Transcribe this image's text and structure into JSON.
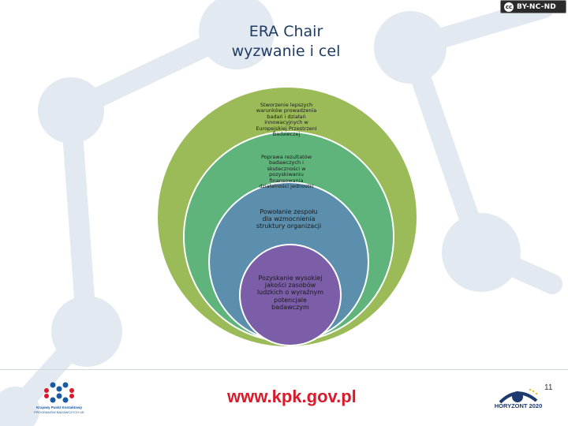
{
  "license": {
    "badge_text": "BY-NC-ND",
    "cc_mark": "cc"
  },
  "title": {
    "line1": "ERA Chair",
    "line2": "wyzwanie i cel"
  },
  "circles": [
    {
      "text": "Stworzenie lepszych warunków prowadzenia badań i działań innowacyjnych w Europejskiej Przestrzeni Badawczej",
      "color": "#9bbb59"
    },
    {
      "text": "Poprawa rezultatów badawczych i skuteczności w pozyskiwaniu finansowania działalności jednostki",
      "color": "#5fb47c"
    },
    {
      "text": "Powołanie zespołu dla wzmocnienia struktury organizacji",
      "color": "#5b8fad"
    },
    {
      "text": "Pozyskanie wysokiej jakości zasobów ludzkich o wyraźnym potencjale badawczym",
      "color": "#7b5ea7"
    }
  ],
  "footer": {
    "url": "www.kpk.gov.pl",
    "page_number": "11",
    "kpk_line1": "Krajowy Punkt Kontaktowy",
    "kpk_line2": "PROGRAMÓW BADAWCZYCH UE",
    "h2020_text": "HORYZONT 2020"
  }
}
